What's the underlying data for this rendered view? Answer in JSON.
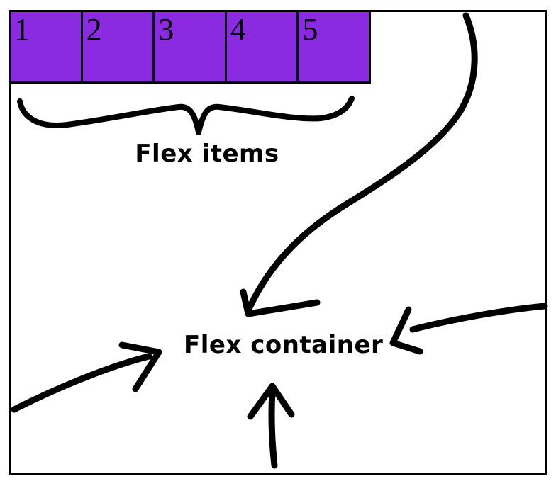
{
  "diagram": {
    "flex_items_row": {
      "labels": [
        "1",
        "2",
        "3",
        "4",
        "5"
      ],
      "fill_color": "#8a2be2",
      "border_color": "#000000"
    },
    "captions": {
      "flex_items": "Flex items",
      "flex_container": "Flex container"
    },
    "annotations": {
      "brace_icon": "underbrace-grouping-flex-items",
      "arrow_icons": [
        "arrow-top-right-to-flex-container",
        "arrow-left-to-flex-container",
        "arrow-bottom-to-flex-container",
        "arrow-right-to-flex-container"
      ]
    },
    "colors": {
      "ink": "#000000",
      "background": "#ffffff"
    }
  }
}
